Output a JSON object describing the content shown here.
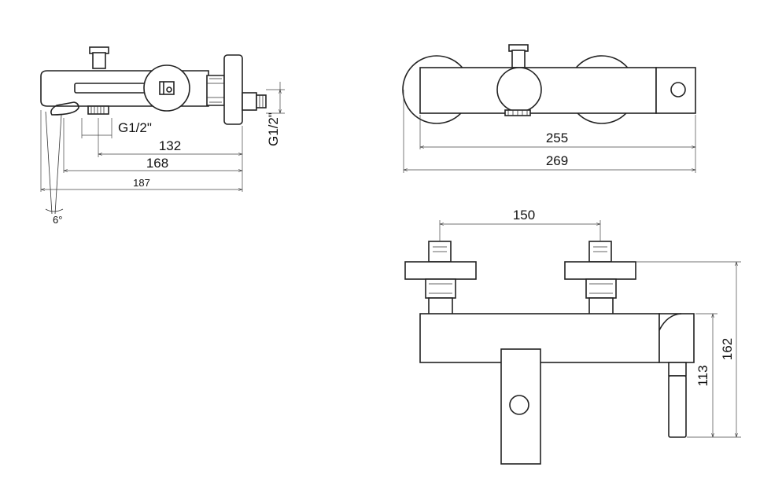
{
  "dimensions": {
    "side": {
      "thread_bottom": "G1/2\"",
      "thread_right": "G1/2\"",
      "d132": "132",
      "d168": "168",
      "d187": "187",
      "angle": "6°"
    },
    "top": {
      "d255": "255",
      "d269": "269"
    },
    "front": {
      "d150": "150",
      "d113": "113",
      "d162": "162"
    }
  },
  "colors": {
    "line": "#222222",
    "background": "#ffffff"
  }
}
